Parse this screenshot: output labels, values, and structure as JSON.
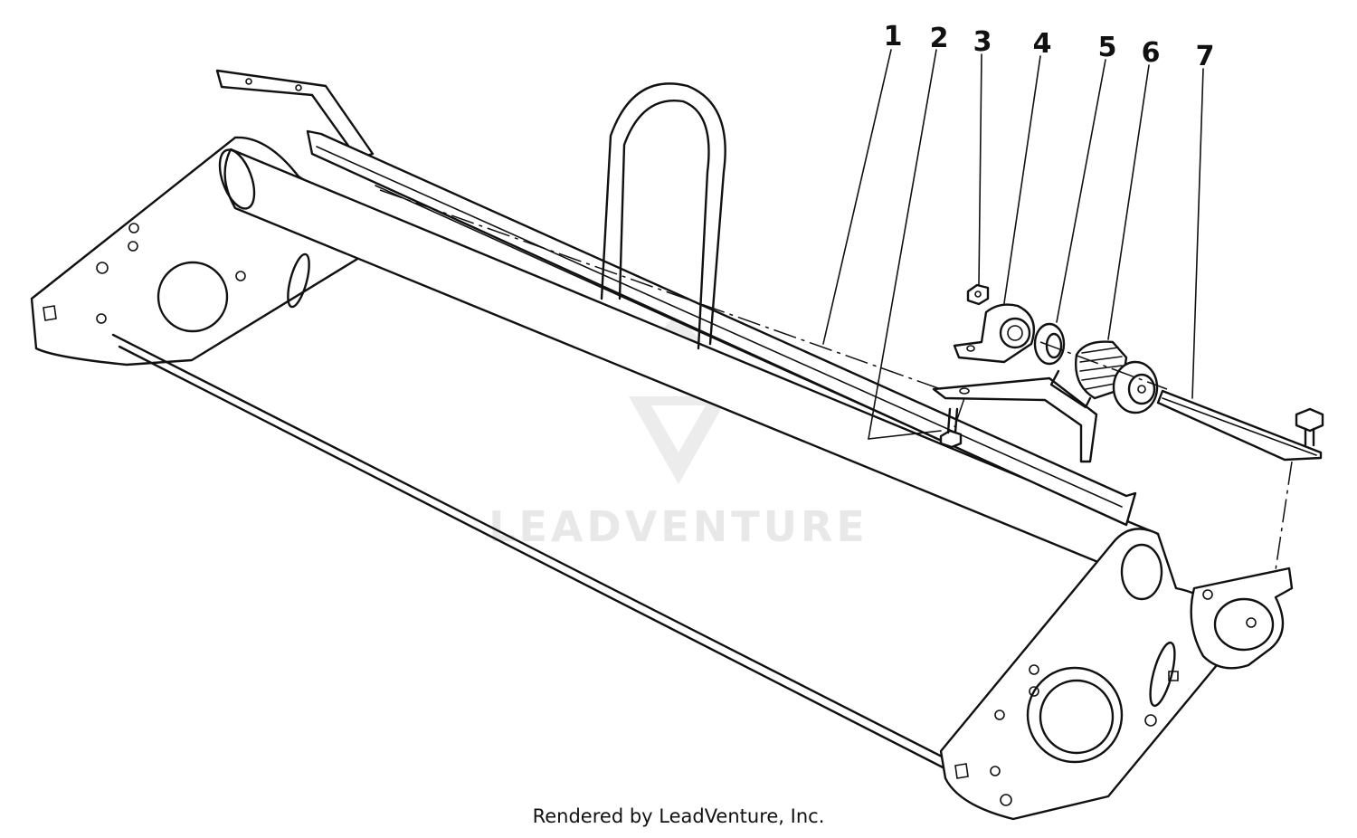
{
  "watermark": {
    "text": "LEADVENTURE",
    "color": "#e8e8e8"
  },
  "footer": {
    "text": "Rendered by LeadVenture, Inc."
  },
  "callouts": [
    {
      "label": "1"
    },
    {
      "label": "2"
    },
    {
      "label": "3"
    },
    {
      "label": "4"
    },
    {
      "label": "5"
    },
    {
      "label": "6"
    },
    {
      "label": "7"
    }
  ],
  "colors": {
    "line": "#111111",
    "background": "#ffffff"
  }
}
